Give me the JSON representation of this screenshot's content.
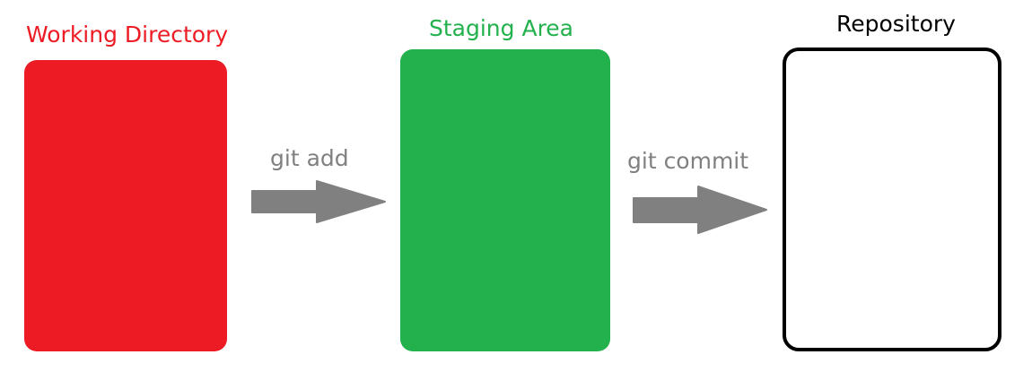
{
  "stages": {
    "working": {
      "title": "Working Directory",
      "color": "#ed1c24"
    },
    "staging": {
      "title": "Staging Area",
      "color": "#22b14c"
    },
    "repository": {
      "title": "Repository",
      "color": "#000000"
    }
  },
  "commands": {
    "add": {
      "label": "git add",
      "color": "#808080"
    },
    "commit": {
      "label": "git commit",
      "color": "#808080"
    }
  }
}
